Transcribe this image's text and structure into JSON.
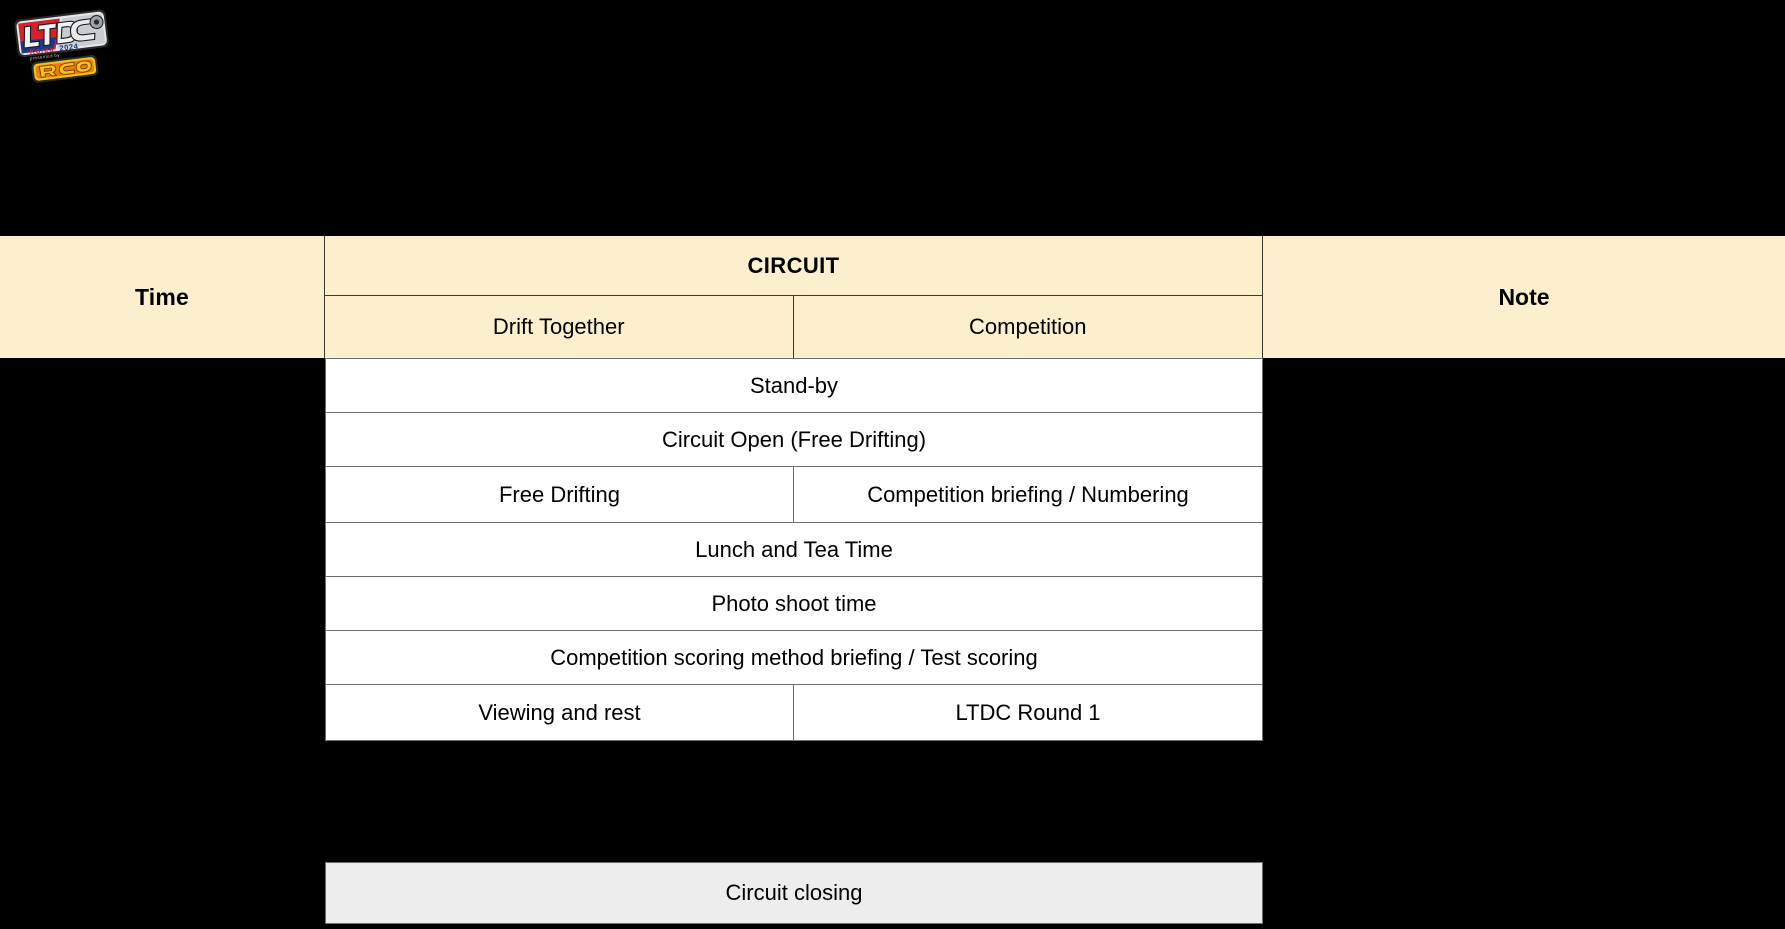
{
  "logo": {
    "primary_text": "LTDC",
    "subtitle": "Korea 2024",
    "presented_label": "presented by",
    "sponsor_text": "RCO",
    "colors": {
      "red": "#D8202A",
      "blue": "#1B3A8C",
      "silver": "#CFCFCF",
      "orange": "#F07A12",
      "gold": "#F5C518",
      "dark": "#1A1A1A"
    }
  },
  "theme": {
    "page_background": "#000000",
    "header_background": "#FCEFCD",
    "body_background": "#FFFFFF",
    "closing_background": "#EDEDED",
    "border_color": "#6F6F6F",
    "text_color": "#000000"
  },
  "header": {
    "time_label": "Time",
    "circuit_label": "CIRCUIT",
    "circuit_sub": [
      {
        "label": "Drift Together"
      },
      {
        "label": "Competition"
      }
    ],
    "note_label": "Note"
  },
  "schedule_rows": [
    {
      "type": "merged",
      "text": "Stand-by"
    },
    {
      "type": "merged",
      "text": "Circuit Open (Free Drifting)"
    },
    {
      "type": "split",
      "left": "Free Drifting",
      "right": "Competition briefing / Numbering"
    },
    {
      "type": "merged",
      "text": "Lunch and Tea Time"
    },
    {
      "type": "merged",
      "text": "Photo shoot time"
    },
    {
      "type": "merged",
      "text": "Competition scoring method briefing / Test scoring"
    },
    {
      "type": "split",
      "left": "Viewing and rest",
      "right": "LTDC Round 1"
    }
  ],
  "closing_row": {
    "text": "Circuit closing"
  }
}
